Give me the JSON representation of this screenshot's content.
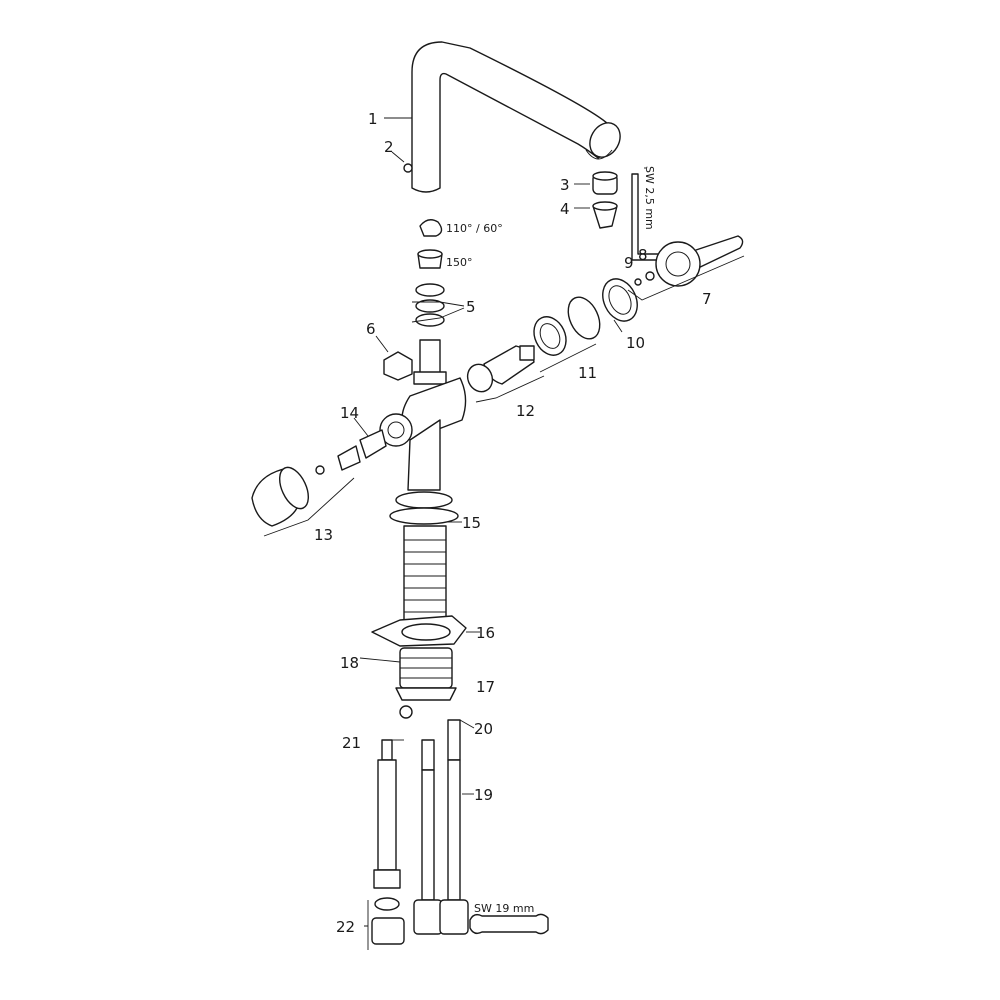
{
  "callouts": {
    "c1": "1",
    "c2": "2",
    "c3": "3",
    "c4": "4",
    "c5": "5",
    "c6": "6",
    "c7": "7",
    "c8": "8",
    "c9": "9",
    "c10": "10",
    "c11": "11",
    "c12": "12",
    "c13": "13",
    "c14": "14",
    "c15": "15",
    "c16": "16",
    "c17": "17",
    "c18": "18",
    "c19": "19",
    "c20": "20",
    "c21": "21",
    "c22": "22"
  },
  "notes": {
    "angle_110_60": "110° / 60°",
    "angle_150": "150°",
    "hex_key": "SW 2,5 mm",
    "wrench": "SW 19 mm"
  }
}
